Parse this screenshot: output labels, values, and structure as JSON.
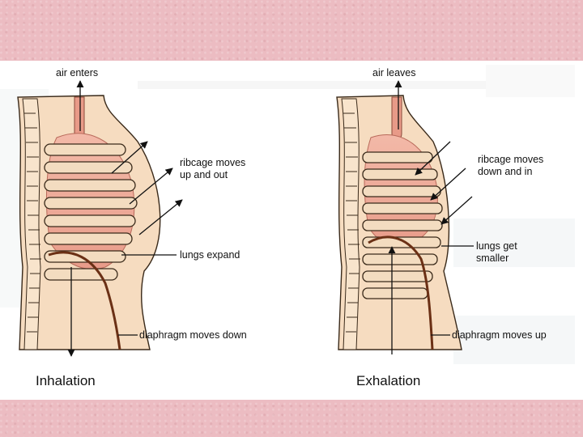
{
  "background_color": "#ecbcc2",
  "diagram": {
    "inhalation": {
      "air_label": "air enters",
      "ribcage_label_line1": "ribcage moves",
      "ribcage_label_line2": "up and out",
      "lungs_label": "lungs expand",
      "diaphragm_label": "diaphragm moves down",
      "caption": "Inhalation"
    },
    "exhalation": {
      "air_label": "air leaves",
      "ribcage_label_line1": "ribcage moves",
      "ribcage_label_line2": "down and in",
      "lungs_label_line1": "lungs get",
      "lungs_label_line2": "smaller",
      "diaphragm_label": "diaphragm moves up",
      "caption": "Exhalation"
    },
    "colors": {
      "skin": "#f6dcc0",
      "rib": "#f3dcc0",
      "lung": "#f0b0a0",
      "outline": "#3a2a1a",
      "diaphragm": "#6b3015"
    }
  }
}
